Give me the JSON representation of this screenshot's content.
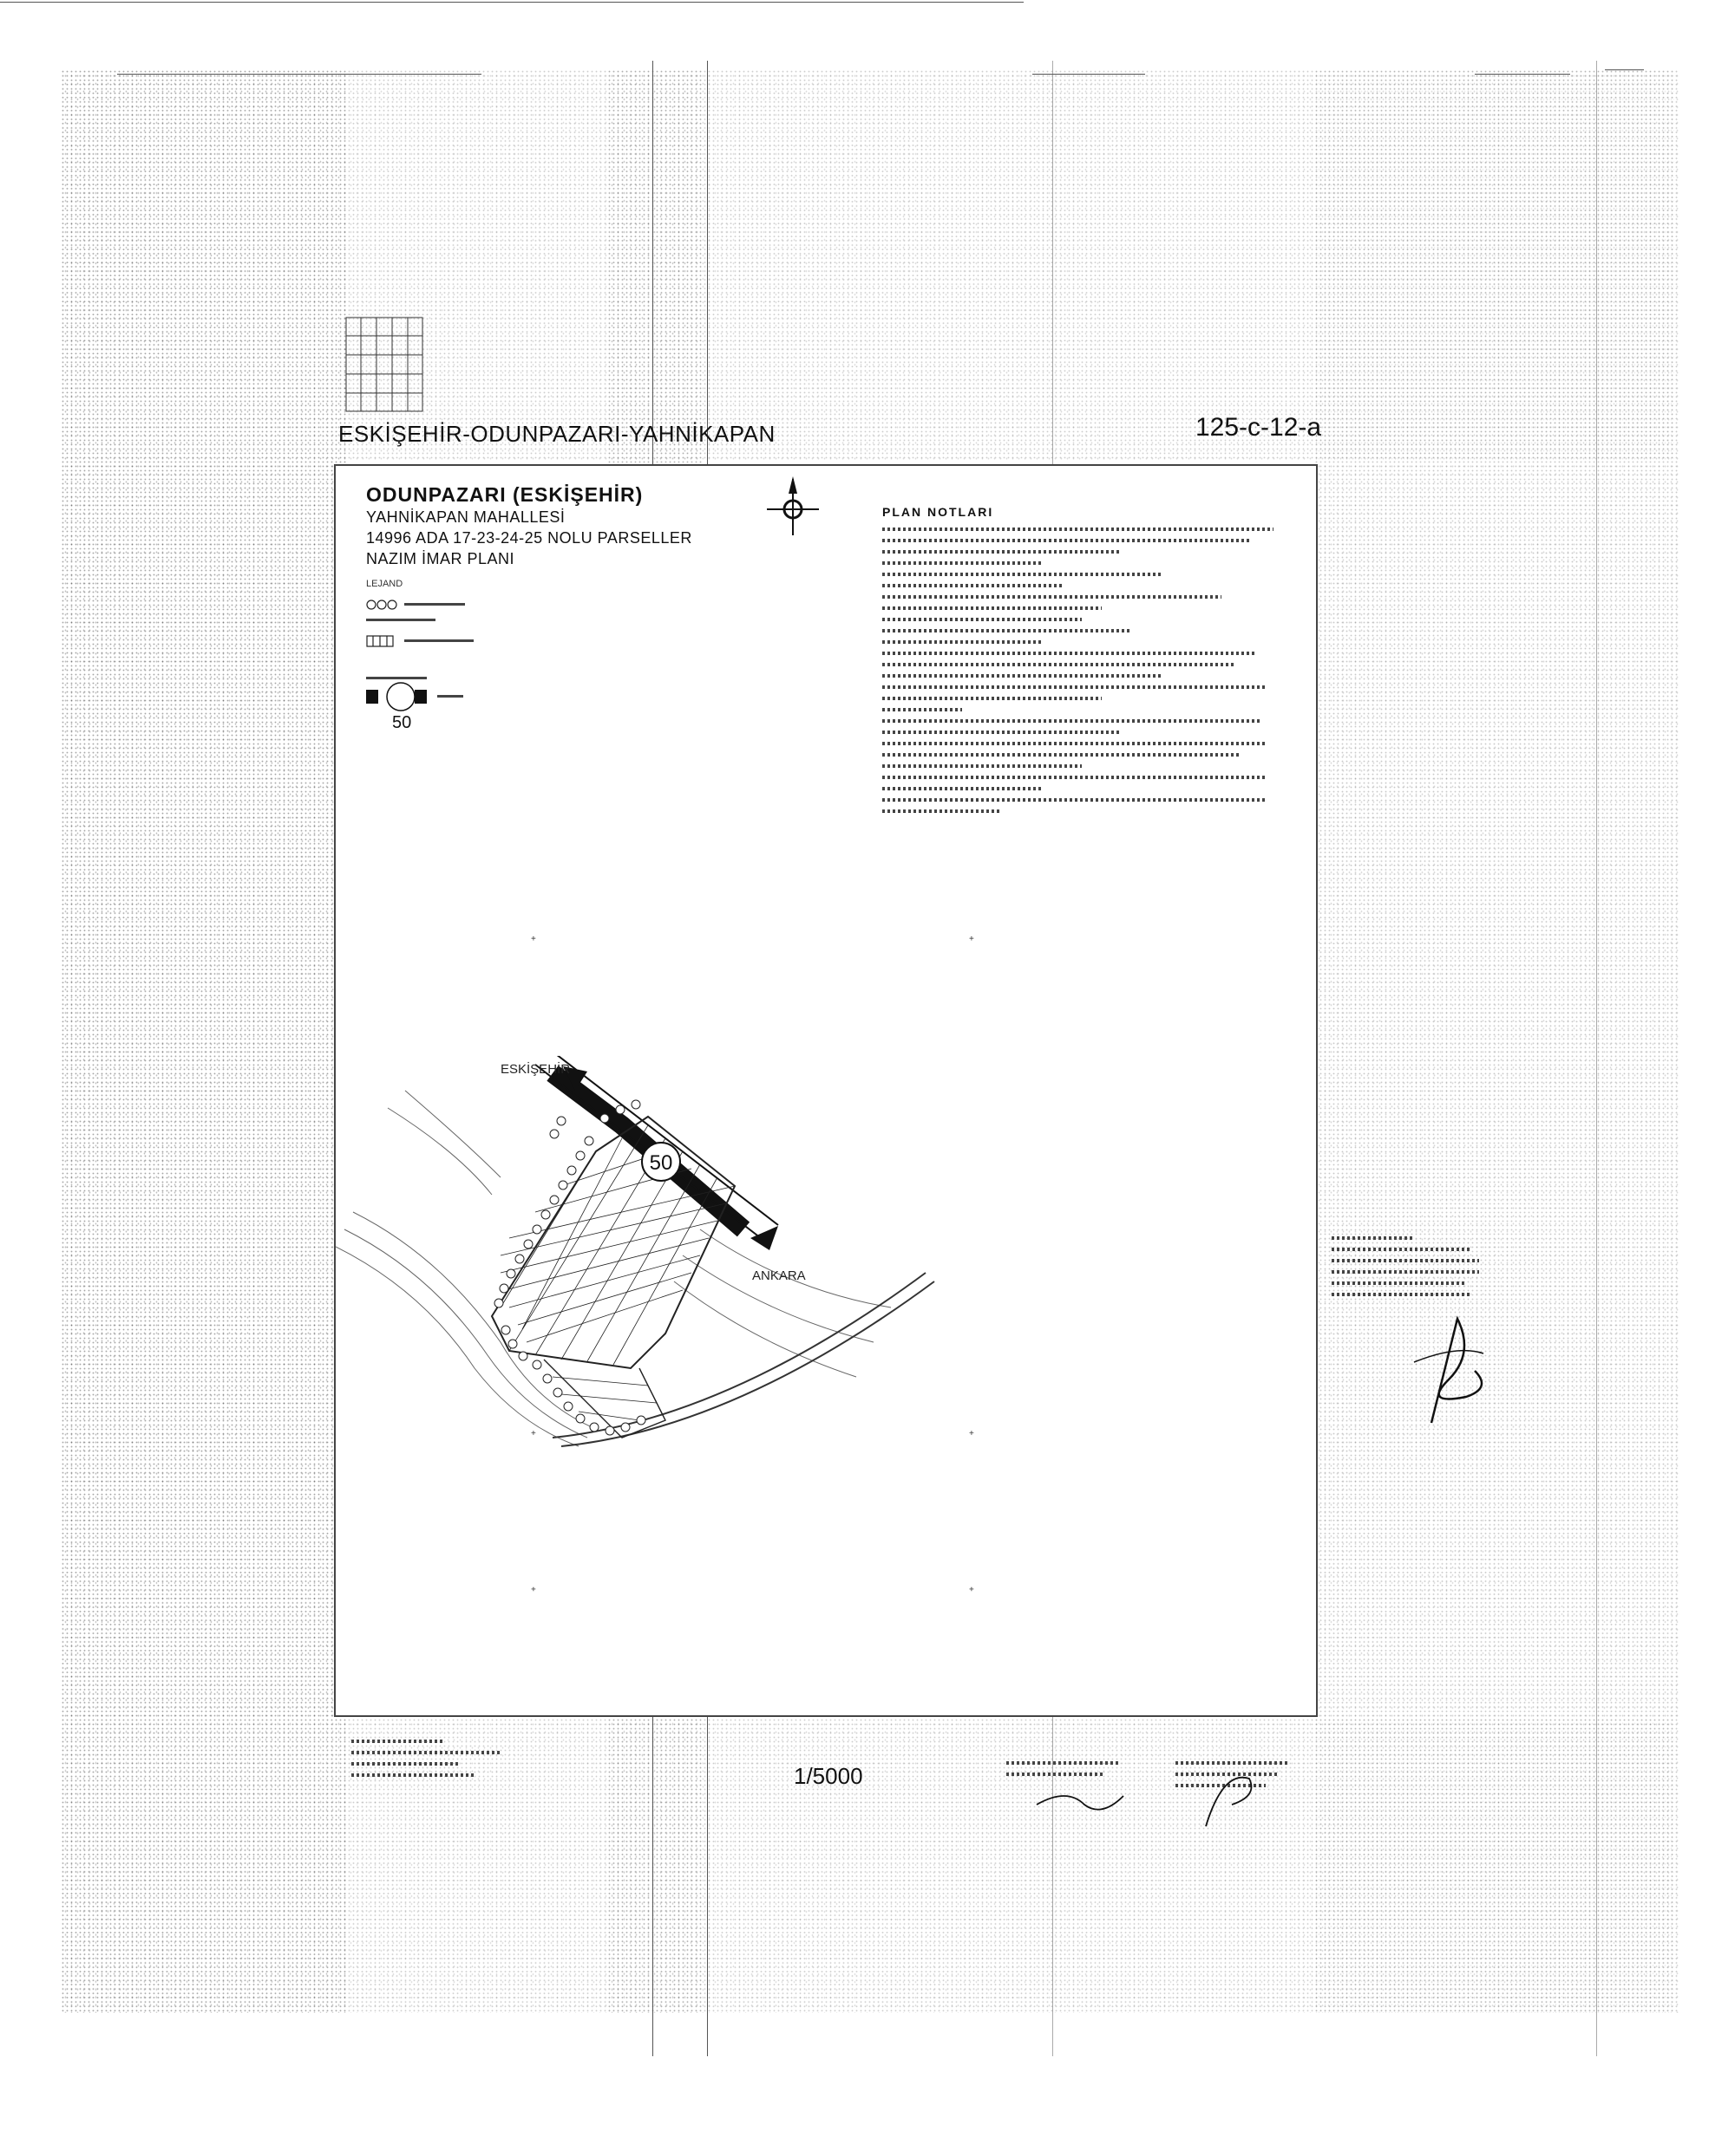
{
  "header": {
    "left_title": "ESKİŞEHİR-ODUNPAZARI-YAHNİKAPAN",
    "sheet_code": "125-c-12-a"
  },
  "plan_title": {
    "line1": "ODUNPAZARI (ESKİŞEHİR)",
    "line2": "YAHNİKAPAN MAHALLESİ",
    "line3": "14996 ADA 17-23-24-25 NOLU PARSELLER",
    "line4": "NAZIM İMAR PLANI"
  },
  "legend": {
    "heading": "LEJAND",
    "buffer_label": "50"
  },
  "notes": {
    "heading": "PLAN NOTLARI"
  },
  "map": {
    "road_label_left": "ESKİŞEHİR",
    "road_label_right": "ANKARA",
    "road_width": "50"
  },
  "footer": {
    "scale": "1/5000"
  },
  "colors": {
    "ink": "#111111",
    "road": "#111111"
  }
}
